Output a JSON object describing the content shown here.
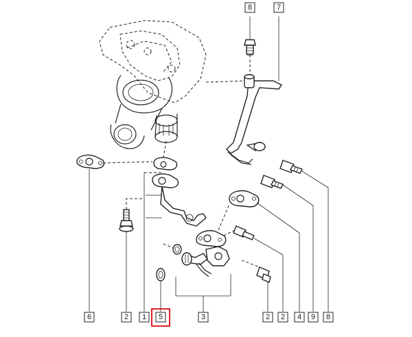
{
  "callouts": {
    "bottom": [
      {
        "label": "6"
      },
      {
        "label": "2"
      },
      {
        "label": "1"
      },
      {
        "label": "5",
        "highlighted": true
      },
      {
        "label": "3"
      },
      {
        "label": "2"
      },
      {
        "label": "2"
      },
      {
        "label": "4"
      },
      {
        "label": "9"
      },
      {
        "label": "8"
      }
    ],
    "top": [
      {
        "label": "8"
      },
      {
        "label": "7"
      }
    ]
  },
  "colors": {
    "line": "#222222",
    "highlight": "#d9202a",
    "background": "#ffffff"
  }
}
